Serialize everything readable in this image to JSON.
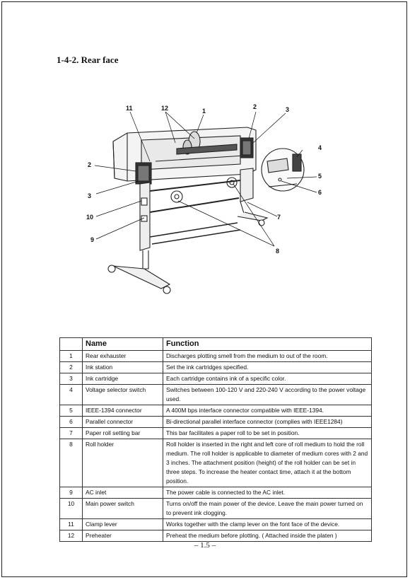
{
  "section": {
    "heading": "1-4-2.  Rear face"
  },
  "figure": {
    "callouts": [
      "1",
      "2",
      "3",
      "4",
      "5",
      "6",
      "7",
      "8",
      "9",
      "10",
      "11",
      "12",
      "2",
      "3"
    ]
  },
  "table": {
    "headers": {
      "no": "",
      "name": "Name",
      "function": "Function"
    },
    "rows": [
      {
        "no": "1",
        "name": "Rear exhauster",
        "function": "Discharges plotting smell from the medium to out of the room."
      },
      {
        "no": "2",
        "name": "Ink station",
        "function": "Set the ink cartridges specified."
      },
      {
        "no": "3",
        "name": "Ink cartridge",
        "function": "Each cartridge contains ink of a specific color."
      },
      {
        "no": "4",
        "name": "Voltage selector switch",
        "function": "Switches between 100-120 V and 220-240 V according to the power voltage used."
      },
      {
        "no": "5",
        "name": "IEEE-1394 connector",
        "function": "A 400M bps interface connector compatible with IEEE-1394."
      },
      {
        "no": "6",
        "name": "Parallel connector",
        "function": "Bi-directional parallel interface connector (complies with IEEE1284)"
      },
      {
        "no": "7",
        "name": "Paper roll setting bar",
        "function": "This bar facilitates a paper roll to be set in position."
      },
      {
        "no": "8",
        "name": "Roll holder",
        "function": "Roll holder is inserted in the right and left core of roll medium to hold the roll medium.  The roll holder is applicable to diameter of medium cores with 2 and 3 inches. The attachment position (height) of the roll holder can be set in three steps. To increase the heater contact time, attach it at the bottom position."
      },
      {
        "no": "9",
        "name": "AC inlet",
        "function": "The power cable is connected to the AC inlet."
      },
      {
        "no": "10",
        "name": "Main power switch",
        "function": "Turns on/off the main power of the device. Leave the main power turned on to prevent ink clogging."
      },
      {
        "no": "11",
        "name": "Clamp lever",
        "function": "Works together with the clamp lever on the font face of the device."
      },
      {
        "no": "12",
        "name": "Preheater",
        "function": "Preheat the medium before plotting.  ( Attached inside the platen )"
      }
    ]
  },
  "footer": {
    "page_number": "– 1.5 –"
  }
}
